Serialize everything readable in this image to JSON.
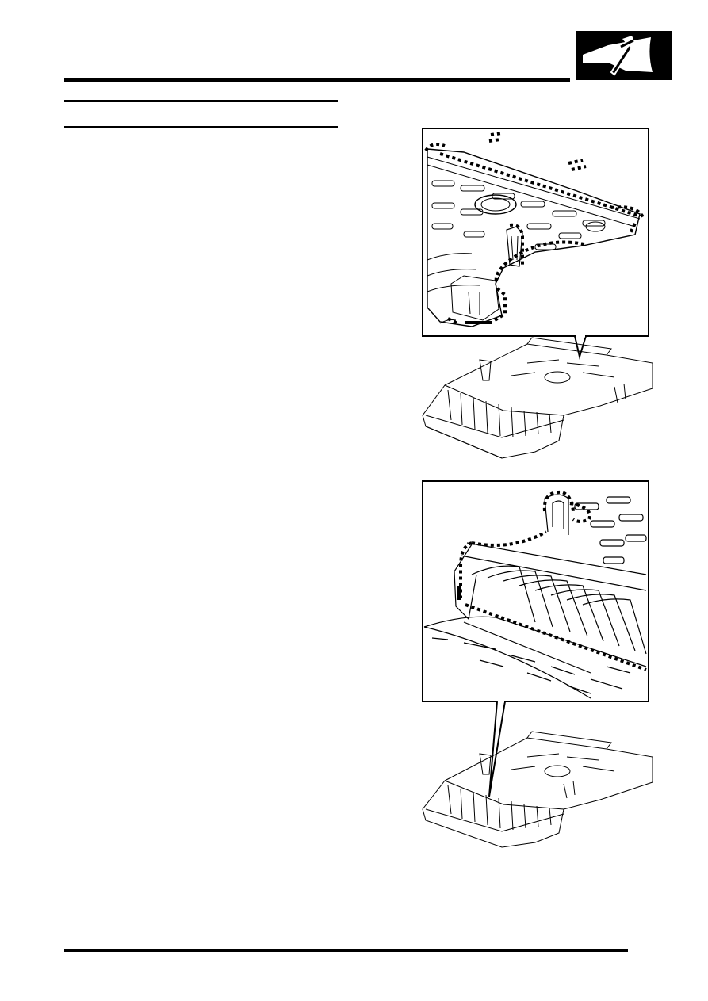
{
  "header": {
    "section_icon": "body-repair-hammer-icon"
  },
  "figures": [
    {
      "id": "rear-floor-upper-detail",
      "icon": "rear-floor-panel-detail"
    },
    {
      "id": "rear-floor-lower-detail",
      "icon": "rear-floor-panel-detail"
    }
  ],
  "colors": {
    "ink": "#000000",
    "paper": "#ffffff"
  }
}
